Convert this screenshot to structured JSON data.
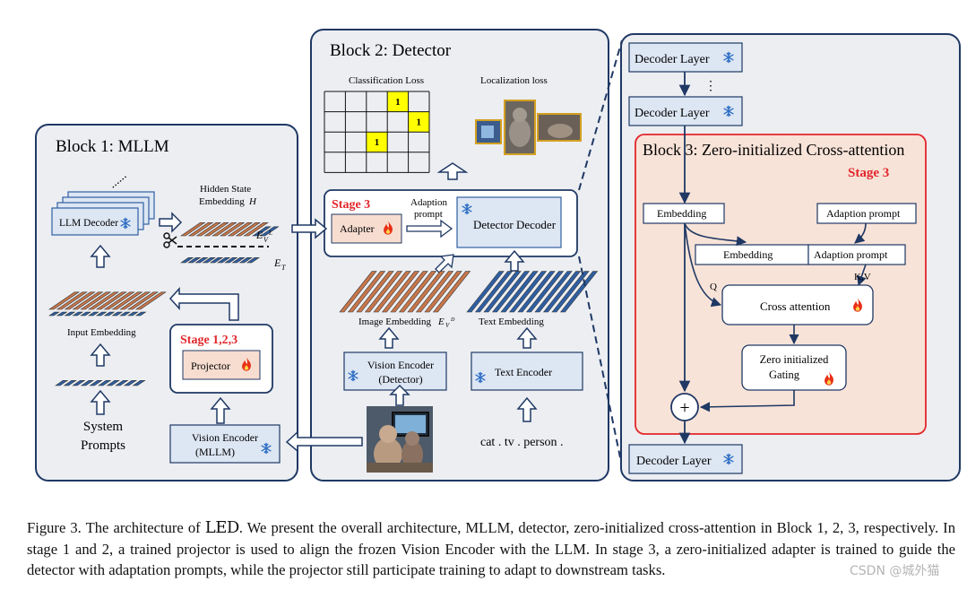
{
  "block1": {
    "title": "Block 1: MLLM",
    "llm_decoder": "LLM Decoder",
    "dots": "......",
    "hidden_state_label": "Hidden State",
    "hidden_state_sub": "Embedding",
    "hidden_state_var": "H",
    "ev_label": "E",
    "ev_sub": "V",
    "ev_sup": "L",
    "et_label": "E",
    "et_sub": "T",
    "input_embedding": "Input Embedding",
    "system_prompts_1": "System",
    "system_prompts_2": "Prompts",
    "stage": "Stage 1,2,3",
    "projector": "Projector",
    "vision_encoder_1": "Vision Encoder",
    "vision_encoder_2": "(MLLM)"
  },
  "block2": {
    "title": "Block 2: Detector",
    "classification_loss": "Classification Loss",
    "localization_loss": "Localization loss",
    "grid_mark": "1",
    "stage": "Stage 3",
    "adapter": "Adapter",
    "adaption_prompt_1": "Adaption",
    "adaption_prompt_2": "prompt",
    "detector_decoder": "Detector Decoder",
    "image_embedding": "Image Embedding",
    "image_embedding_var": "E",
    "image_embedding_sub": "V",
    "image_embedding_sup": "D",
    "text_embedding": "Text Embedding",
    "vision_encoder_1": "Vision Encoder",
    "vision_encoder_2": "(Detector)",
    "text_encoder": "Text Encoder",
    "text_input": "cat . tv . person ."
  },
  "block3": {
    "decoder_layer": "Decoder Layer",
    "vdots": "⋮",
    "title": "Block 3: Zero-initialized Cross-attention",
    "stage": "Stage 3",
    "embedding": "Embedding",
    "adaption_prompt": "Adaption prompt",
    "cross_attention": "Cross attention",
    "q_label": "Q",
    "kv_label": "K,V",
    "zero_gating_1": "Zero initialized",
    "zero_gating_2": "Gating",
    "plus": "+"
  },
  "caption": {
    "part1": "Figure 3. The architecture of ",
    "name": "LED",
    "part2": ". We present the overall architecture, MLLM, detector, zero-initialized cross-attention in Block 1, 2, 3, respectively. In stage 1 and 2, a trained projector is used to align the frozen Vision Encoder with the LLM. In stage 3, a zero-initialized adapter is trained to guide the detector with adaptation prompts, while the projector still participate training to adapt to downstream tasks."
  },
  "watermark": "CSDN @城外猫",
  "icons": {
    "frozen": "snowflake-icon",
    "trainable": "flame-icon",
    "prune": "scissors-icon"
  },
  "colors": {
    "panel_fill": "#eceef2",
    "panel_border": "#1f3864",
    "box_fill": "#dde6f3",
    "stage_fill": "#f7ddd0",
    "stage_border": "#e2262b",
    "stage_text": "#e2262b",
    "token_orange": "#c8764a",
    "token_blue": "#2f5fa3",
    "grid_yellow": "#ffff00",
    "snowflake": "#2b6cc4",
    "flame": "#e83018"
  }
}
